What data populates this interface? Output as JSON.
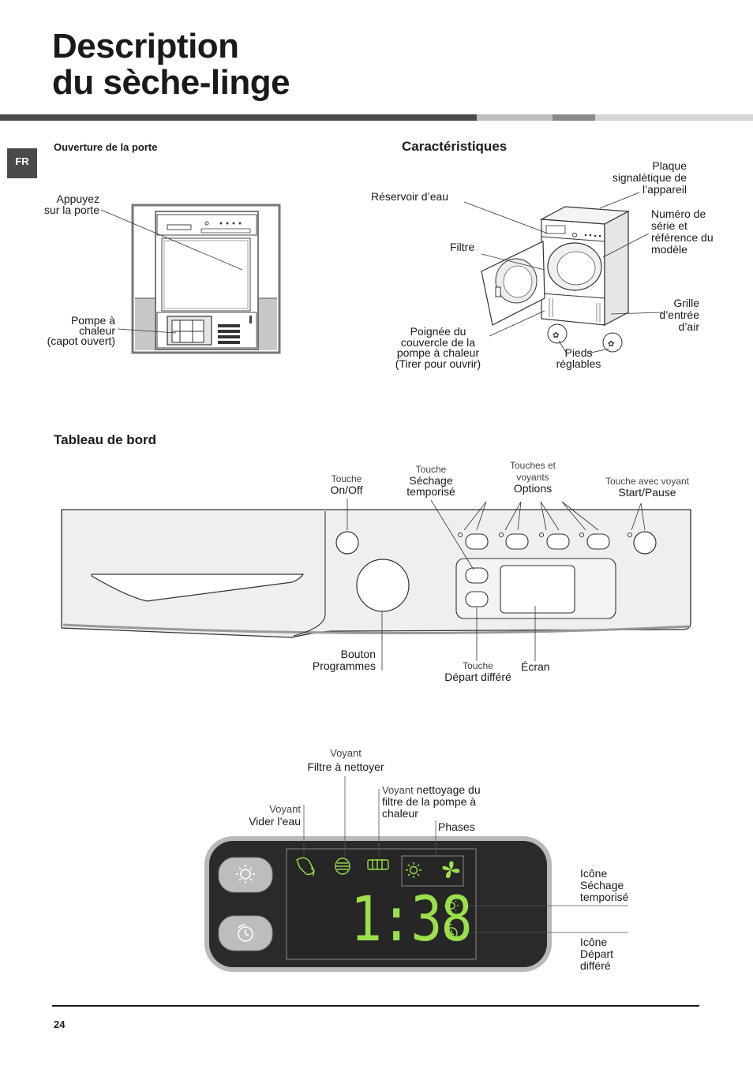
{
  "page_title_line1": "Description",
  "page_title_line2": "du sèche-linge",
  "language_tab": "FR",
  "door_section": {
    "heading": "Ouverture de la porte",
    "press_door": [
      "Appuyez",
      "sur la porte"
    ],
    "heat_pump": [
      "Pompe à",
      "chaleur",
      "(capot ouvert)"
    ]
  },
  "features_section": {
    "heading": "Caractéristiques",
    "rating_plate": [
      "Plaque",
      "signalétique de",
      "l’appareil"
    ],
    "water_tank": "Réservoir d’eau",
    "serial": [
      "Numéro de",
      "série et",
      "référence du",
      "modèle"
    ],
    "filter": "Filtre",
    "grille": [
      "Grille",
      "d’entrée",
      "d’air"
    ],
    "handle": [
      "Poignée du",
      "couvercle de la",
      "pompe à chaleur",
      "(Tirer pour ouvrir)"
    ],
    "feet": [
      "Pieds",
      "réglables"
    ]
  },
  "dashboard_section": {
    "heading": "Tableau de bord",
    "onoff_small": "Touche",
    "onoff_label": "On/Off",
    "timed_small": "Touche",
    "timed_label": [
      "Séchage",
      "temporisé"
    ],
    "options_small": [
      "Touches et",
      "voyants"
    ],
    "options_label": "Options",
    "start_small": "Touche avec voyant",
    "start_label": "Start/Pause",
    "knob_label": [
      "Bouton",
      "Programmes"
    ],
    "delay_small": "Touche",
    "delay_label": "Départ différé",
    "screen_label": "Écran"
  },
  "display_section": {
    "filter_clean_small": "Voyant",
    "filter_clean_label": "Filtre à nettoyer",
    "pump_filter_small": "Voyant",
    "pump_filter_label": [
      "nettoyage du",
      "filtre de la pompe à",
      "chaleur"
    ],
    "empty_water_small": "Voyant",
    "empty_water_label": "Vider l’eau",
    "phases_label": "Phases",
    "timed_icon_label": [
      "Icône",
      "Séchage",
      "temporisé"
    ],
    "delay_icon_label": [
      "Icône",
      "Départ",
      "différé"
    ],
    "time_readout": "1:38",
    "digit_color": "#9be04a"
  },
  "page_number": "24"
}
